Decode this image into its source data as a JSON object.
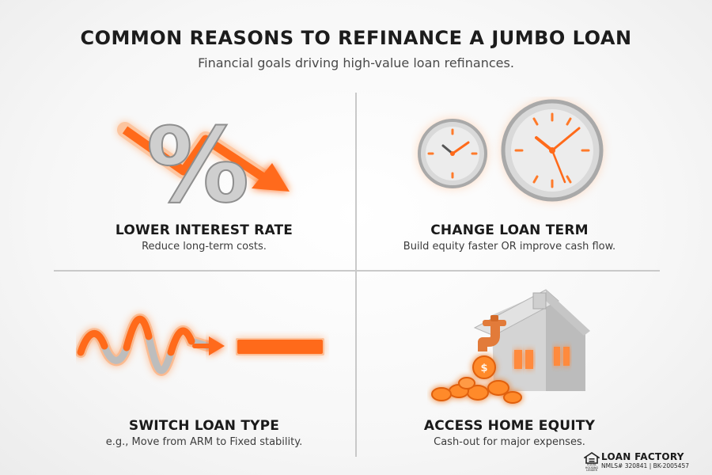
{
  "header": {
    "title": "COMMON REASONS TO REFINANCE A JUMBO LOAN",
    "subtitle": "Financial goals driving high-value loan refinances."
  },
  "reasons": [
    {
      "heading": "LOWER INTEREST RATE",
      "description": "Reduce long-term costs.",
      "icon": "percent-down-arrow-icon"
    },
    {
      "heading": "CHANGE LOAN TERM",
      "description": "Build equity faster OR improve cash flow.",
      "icon": "clocks-icon"
    },
    {
      "heading": "SWITCH LOAN TYPE",
      "description": "e.g., Move from ARM to Fixed stability.",
      "icon": "wave-to-line-icon"
    },
    {
      "heading": "ACCESS HOME EQUITY",
      "description": "Cash-out for major expenses.",
      "icon": "house-faucet-coins-icon"
    }
  ],
  "brand": {
    "name": "LOAN FACTORY",
    "nmls": "NMLS# 320841 | BK-2005457",
    "eho_text": "EQUAL HOUSING LENDER"
  },
  "colors": {
    "accent": "#ff6a1a",
    "accent_glow": "#ffb07a",
    "icon_gray": "#d8d8d8",
    "text_dark": "#1a1a1a",
    "divider": "#c9c9c9"
  }
}
